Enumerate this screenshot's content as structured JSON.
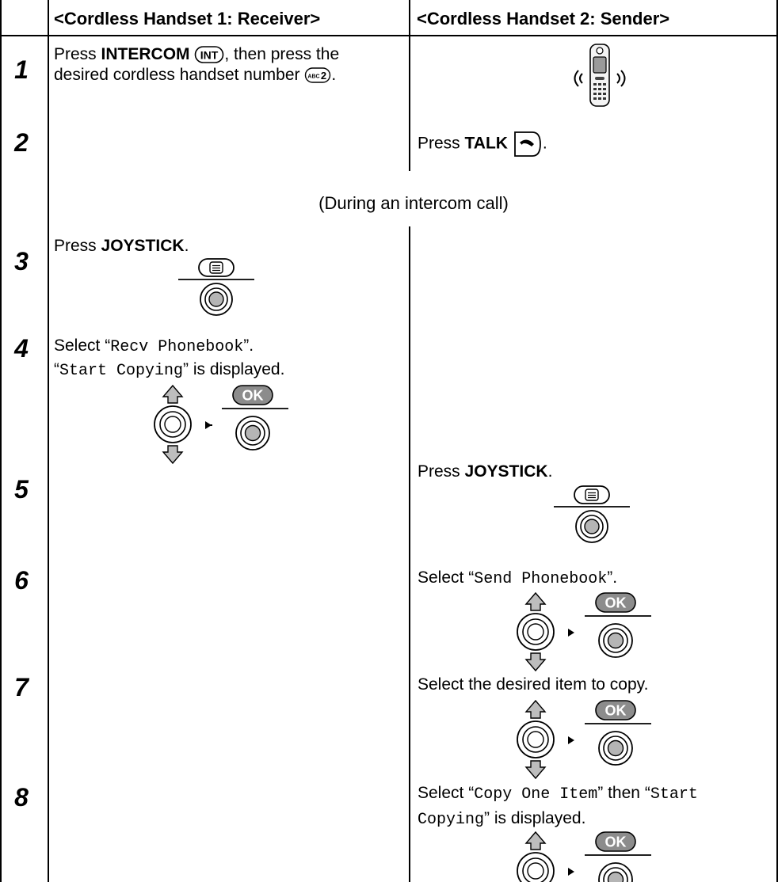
{
  "table": {
    "col_receiver": "<Cordless Handset 1: Receiver>",
    "col_sender": "<Cordless Handset 2: Sender>",
    "intercom_note": "(During an intercom call)"
  },
  "steps": {
    "s1": {
      "num": "1",
      "press": "Press",
      "key": "INTERCOM",
      "key_icon_label": "INT",
      "tail1": ", then press the",
      "line2": "desired cordless handset number",
      "digit_icon_label": "ABC2",
      "digit": "2"
    },
    "s2": {
      "num": "2",
      "press": "Press",
      "key": "TALK"
    },
    "s3": {
      "num": "3",
      "press": "Press",
      "key": "JOYSTICK"
    },
    "s4": {
      "num": "4",
      "select": "Select",
      "item": "Recv Phonebook",
      "item2": "Start Copying",
      "after": "is displayed.",
      "ok": "OK"
    },
    "s5": {
      "num": "5",
      "press": "Press",
      "key": "JOYSTICK"
    },
    "s6": {
      "num": "6",
      "select": "Select",
      "item": "Send Phonebook",
      "ok": "OK"
    },
    "s7": {
      "num": "7",
      "text": "Select the desired item to copy.",
      "ok": "OK"
    },
    "s8": {
      "num": "8",
      "select": "Select",
      "item": "Copy One Item",
      "then": "then",
      "item2a": "Start",
      "item2b": "Copying",
      "after": "is displayed.",
      "ok": "OK"
    }
  }
}
